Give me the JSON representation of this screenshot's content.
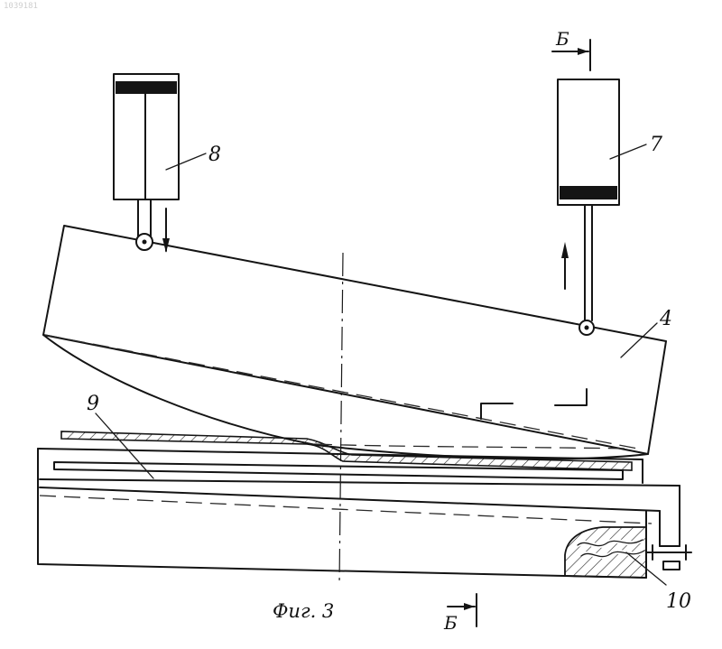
{
  "patent_number": "1039181",
  "figure_caption": "Фиг. 3",
  "section_mark": "Б",
  "labels": {
    "cylinder_right": "7",
    "cylinder_left": "8",
    "beam": "4",
    "sheet": "9",
    "seal": "10"
  }
}
